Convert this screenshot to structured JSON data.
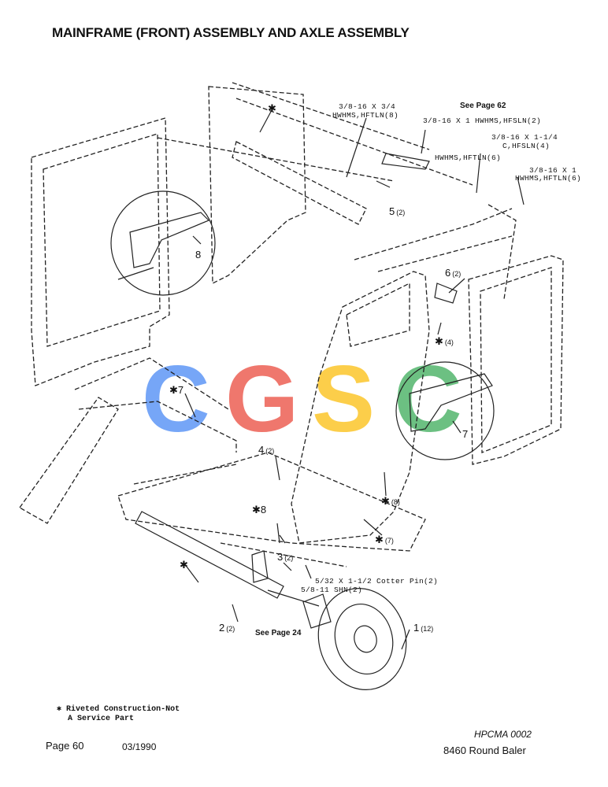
{
  "page": {
    "title": "MAINFRAME (FRONT) ASSEMBLY AND AXLE ASSEMBLY",
    "page_number": "Page 60",
    "date": "03/1990",
    "doc_code": "HPCMA 0002",
    "product": "8460 Round Baler"
  },
  "footnote": {
    "symbol": "✱",
    "line1": "Riveted Construction-Not",
    "line2": "A Service Part"
  },
  "watermark": {
    "letters": [
      "C",
      "G",
      "S",
      "C"
    ],
    "colors": [
      "#4285F4",
      "#EA4335",
      "#FBBC05",
      "#34A853"
    ]
  },
  "callouts": {
    "bolt_34_a": "3/8-16 X 3/4",
    "bolt_34_b": "HWHMS,HFTLN(8)",
    "see_page_62": "See Page 62",
    "bolt_1_hfsln": "3/8-16 X 1 HWHMS,HFSLN(2)",
    "bolt_114_a": "3/8-16 X 1-1/4",
    "bolt_114_b": "C,HFSLN(4)",
    "hwhms_6": "HWHMS,HFTLN(6)",
    "bolt_1_a": "3/8-16 X 1",
    "bolt_1_b": "HWHMS,HFTLN(6)",
    "cotter_pin": "5/32 X 1-1/2 Cotter Pin(2)",
    "shn": "5/8-11 SHN(2)",
    "see_page_24": "See Page 24"
  },
  "parts": [
    {
      "id": "p1",
      "num": "1",
      "qty": "(12)"
    },
    {
      "id": "p2",
      "num": "2",
      "qty": "(2)"
    },
    {
      "id": "p3",
      "num": "3",
      "qty": "(2)"
    },
    {
      "id": "p4",
      "num": "4",
      "qty": "(2)"
    },
    {
      "id": "p5",
      "num": "5",
      "qty": "(2)"
    },
    {
      "id": "p6",
      "num": "6",
      "qty": "(2)"
    },
    {
      "id": "p7a",
      "num": "7",
      "qty": ""
    },
    {
      "id": "p7b",
      "num": "✱7",
      "qty": ""
    },
    {
      "id": "p7c",
      "num": "✱",
      "qty": "(7)"
    },
    {
      "id": "p8a",
      "num": "8",
      "qty": ""
    },
    {
      "id": "p8b",
      "num": "✱8",
      "qty": ""
    },
    {
      "id": "p8c",
      "num": "✱",
      "qty": "(8)"
    },
    {
      "id": "s4",
      "num": "✱",
      "qty": "(4)"
    }
  ],
  "stars": {
    "star_top": "✱",
    "star_axle": "✱"
  }
}
